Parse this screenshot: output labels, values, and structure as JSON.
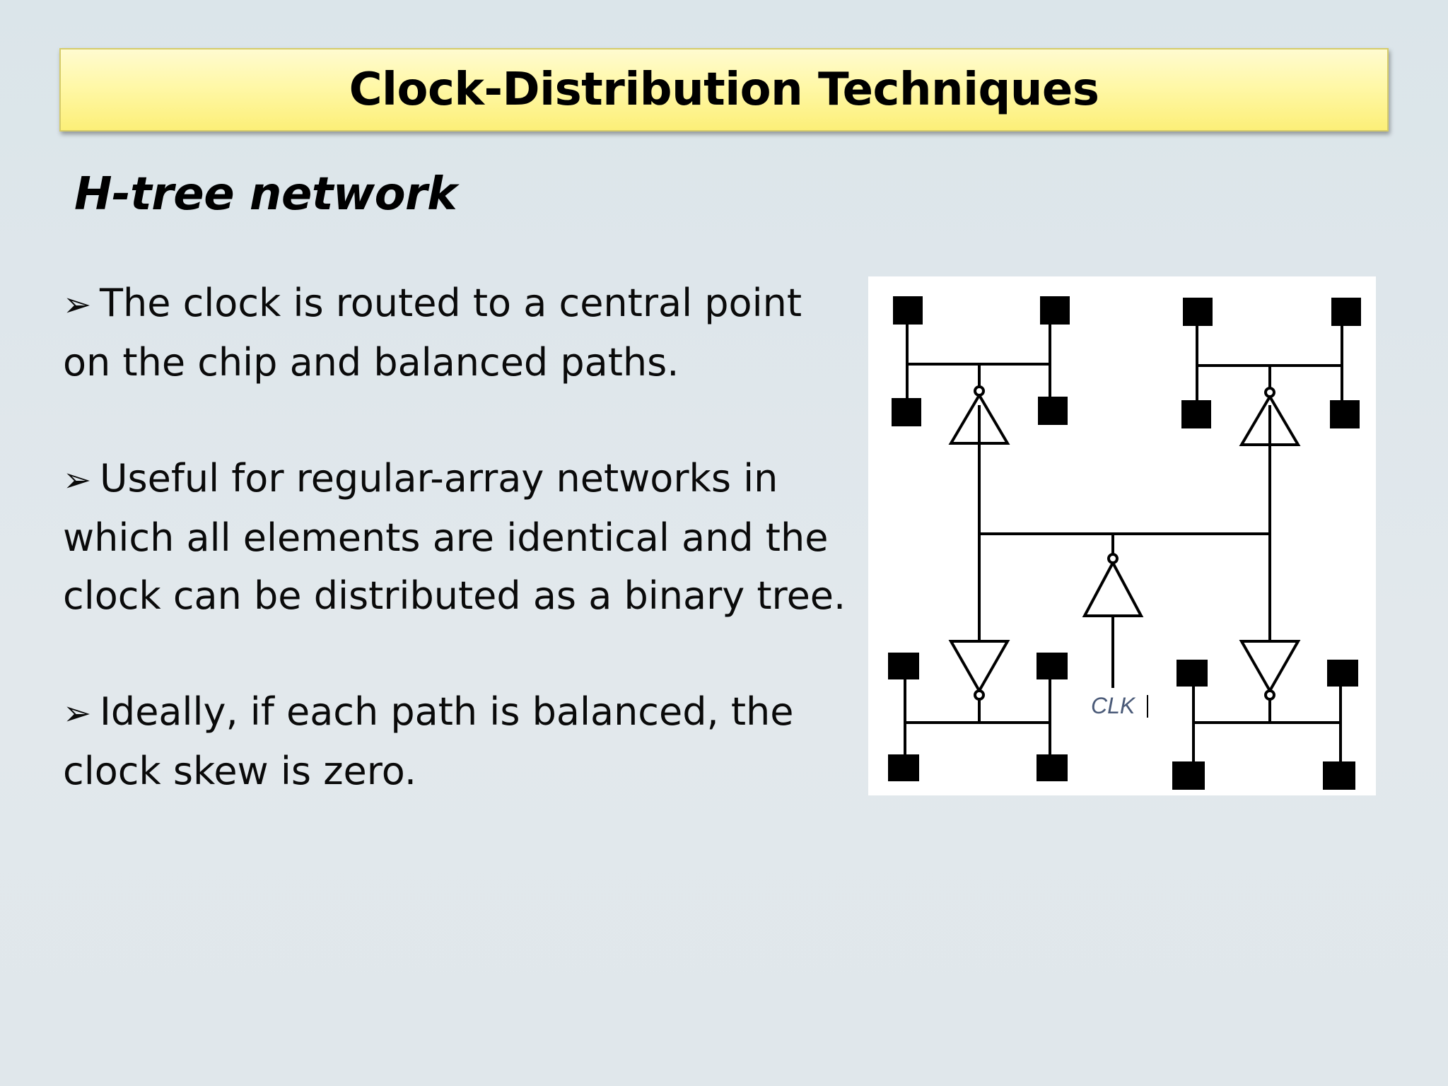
{
  "slide": {
    "title": "Clock-Distribution Techniques",
    "subtitle": "H-tree network",
    "bullet_marker": "➢",
    "bullets": [
      "The clock is routed to a central point on the chip and balanced paths.",
      "Useful for regular-array networks in which all elements are identical and the clock can be distributed as a binary tree.",
      "Ideally, if each path is balanced, the clock skew is zero."
    ]
  },
  "diagram": {
    "clock_label": "CLK",
    "colors": {
      "background": "#ffffff",
      "lines": "#000000",
      "label": "#4a5a78"
    }
  }
}
